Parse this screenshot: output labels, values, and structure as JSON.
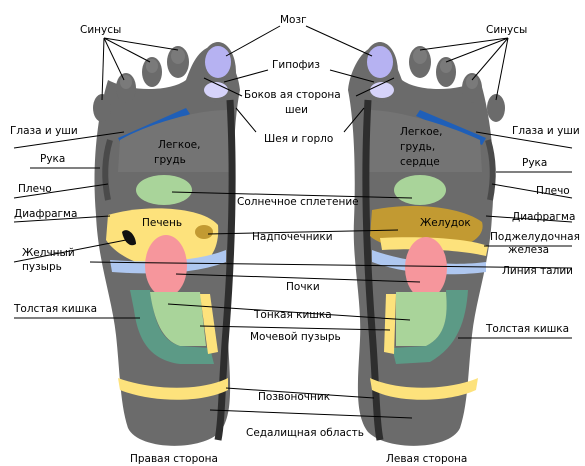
{
  "title": "",
  "labels": {
    "sinusy": "Синусы",
    "mozg": "Мозг",
    "gipofiz": "Гипофиз",
    "bokovaya_1": "Боков ая сторона",
    "bokovaya_2": "шеи",
    "sheya_gorlo": "Шея и горло",
    "glaza_ushi": "Глаза и уши",
    "ruka": "Рука",
    "plecho": "Плечо",
    "diafragma": "Диафрагма",
    "zhelchny_1": "Желчный",
    "zhelchny_2": "пузырь",
    "legkoe_right_1": "Легкое,",
    "legkoe_right_2": "грудь",
    "legkoe_left_1": "Легкое,",
    "legkoe_left_2": "грудь,",
    "legkoe_left_3": "сердце",
    "solnechnoe": "Солнечное сплетение",
    "pechen": "Печень",
    "zheludok": "Желудок",
    "nadpochechniki": "Надпочечники",
    "podzhel_1": "Поджелудочная",
    "podzhel_2": "железа",
    "liniya_talii": "Линия талии",
    "pochki": "Почки",
    "tolstaya_kishka": "Толстая кишка",
    "tonkaya_kishka": "Тонкая кишка",
    "mochevoy": "Мочевой пузырь",
    "pozvonochnik": "Позвоночник",
    "sedalishch": "Седалищная область",
    "right_side": "Правая сторона",
    "left_side": "Левая сторона"
  },
  "colors": {
    "foot": "#6b6b6b",
    "foot_dark": "#4a4a4a",
    "spine": "#2e2e2e",
    "lavender": "#b6b2f2",
    "lavender_light": "#d6d3fa",
    "blue_band": "#1f5fb8",
    "green": "#a9d49a",
    "teal_green": "#5c9a86",
    "yellow": "#fde27c",
    "pink": "#f6969c",
    "light_blue": "#aec7f0",
    "olive": "#c29a32",
    "gall": "#111111"
  }
}
